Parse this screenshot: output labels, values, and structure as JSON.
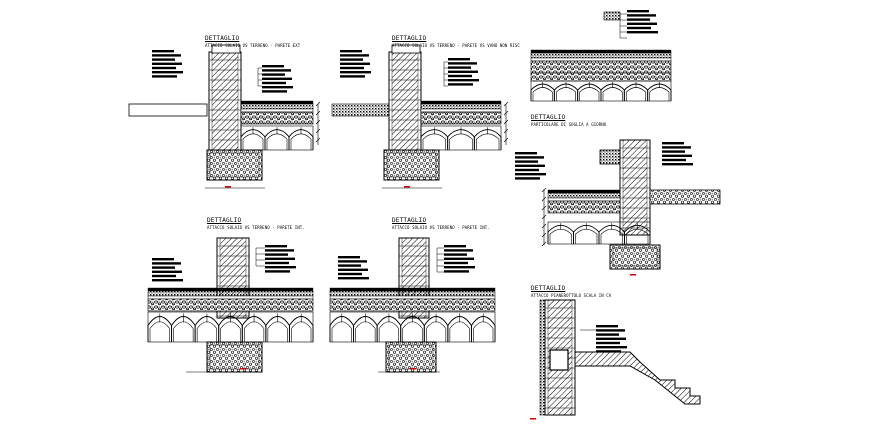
{
  "drawing": {
    "details": [
      {
        "title": "DETTAGLIO",
        "subtitle": "ATTACCO SOLAIO VS TERRENO - PARETE EXT"
      },
      {
        "title": "DETTAGLIO",
        "subtitle": "ATTACCO SOLAIO VS TERRENO - PARETE VS VANO NON RISC"
      },
      {
        "title": "DETTAGLIO",
        "subtitle": "PARTICOLARE DI SOGLIA A GIORNO"
      },
      {
        "title": "DETTAGLIO",
        "subtitle": "ATTACCO SOLAIO VS TERRENO - PARETE INT."
      },
      {
        "title": "DETTAGLIO",
        "subtitle": "ATTACCO SOLAIO VS TERRENO - PARETE INT."
      },
      {
        "title": "DETTAGLIO",
        "subtitle": "ATTACCO PIANEROTTOLO SCALA IN CA"
      }
    ],
    "colors": {
      "line": "#000000",
      "accent": "#d40000",
      "background": "#ffffff"
    }
  }
}
